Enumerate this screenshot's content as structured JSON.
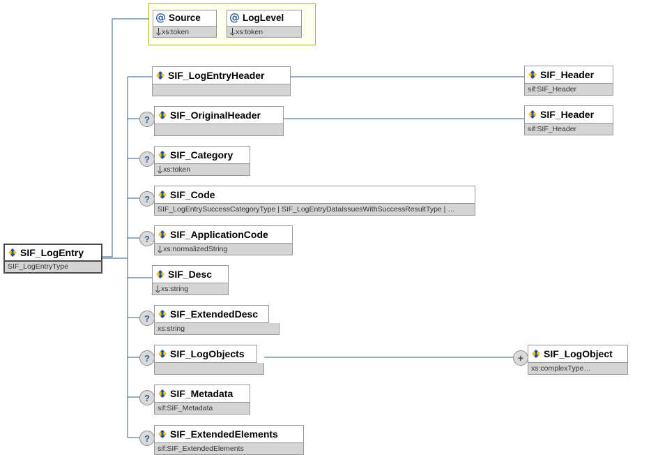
{
  "diagram": {
    "title": "SIF_LogEntry XSD element diagram",
    "background": "#ffffff",
    "wire_color": "#2e5c8a",
    "attr_frame_fill": "#ffffee",
    "attr_frame_border": "#b2b200",
    "type_row_fill": "#d4d4d4",
    "box_border": "#969696"
  },
  "root": {
    "name": "SIF_LogEntry",
    "type": "SIF_LogEntryType",
    "icon": "element-icon",
    "occurrence": ""
  },
  "attributes": {
    "frame_label": "attribute-group",
    "items": [
      {
        "name": "Source",
        "type": "xs:token",
        "icon": "attribute-icon"
      },
      {
        "name": "LogLevel",
        "type": "xs:token",
        "icon": "attribute-icon"
      }
    ]
  },
  "elements": [
    {
      "name": "SIF_LogEntryHeader",
      "type": "",
      "icon": "element-icon",
      "occurrence": "",
      "has_type_arrow": false
    },
    {
      "name": "SIF_OriginalHeader",
      "type": "",
      "icon": "element-icon",
      "occurrence": "?",
      "has_type_arrow": false
    },
    {
      "name": "SIF_Category",
      "type": "xs:token",
      "icon": "element-icon",
      "occurrence": "?",
      "has_type_arrow": true
    },
    {
      "name": "SIF_Code",
      "type": "SIF_LogEntrySuccessCategoryType | SIF_LogEntryDataIssuesWithSuccessResultType | …",
      "icon": "element-icon",
      "occurrence": "?",
      "has_type_arrow": false
    },
    {
      "name": "SIF_ApplicationCode",
      "type": "xs:normalizedString",
      "icon": "element-icon",
      "occurrence": "?",
      "has_type_arrow": true
    },
    {
      "name": "SIF_Desc",
      "type": "xs:string",
      "icon": "element-icon",
      "occurrence": "",
      "has_type_arrow": true
    },
    {
      "name": "SIF_ExtendedDesc",
      "type": "xs:string",
      "icon": "element-icon",
      "occurrence": "?",
      "has_type_arrow": false
    },
    {
      "name": "SIF_LogObjects",
      "type": "",
      "icon": "element-icon",
      "occurrence": "?",
      "has_type_arrow": false
    },
    {
      "name": "SIF_Metadata",
      "type": "sif:SIF_Metadata",
      "icon": "element-icon",
      "occurrence": "?",
      "has_type_arrow": false
    },
    {
      "name": "SIF_ExtendedElements",
      "type": "sif:SIF_ExtendedElements",
      "icon": "element-icon",
      "occurrence": "?",
      "has_type_arrow": false
    }
  ],
  "references": [
    {
      "name": "SIF_Header",
      "type": "sif:SIF_Header",
      "icon": "element-icon",
      "occurrence": "",
      "source": "SIF_LogEntryHeader"
    },
    {
      "name": "SIF_Header",
      "type": "sif:SIF_Header",
      "icon": "element-icon",
      "occurrence": "",
      "source": "SIF_OriginalHeader"
    },
    {
      "name": "SIF_LogObject",
      "type": "xs:complexType…",
      "icon": "element-icon",
      "occurrence": "+",
      "source": "SIF_LogObjects"
    }
  ]
}
